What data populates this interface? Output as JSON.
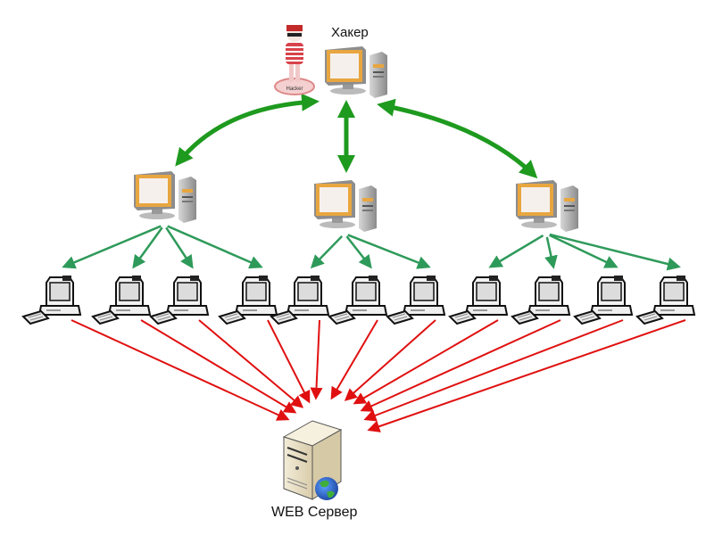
{
  "diagram": {
    "type": "ddos-botnet-scheme",
    "hacker": {
      "label": "Хакер",
      "figure_badge": "Hacker"
    },
    "server": {
      "label": "WEB Сервер"
    },
    "controllers": [
      {
        "id": "controller-1"
      },
      {
        "id": "controller-2"
      },
      {
        "id": "controller-3"
      }
    ],
    "clients": [
      {
        "id": "client-1",
        "controller": 0
      },
      {
        "id": "client-2",
        "controller": 0
      },
      {
        "id": "client-3",
        "controller": 0
      },
      {
        "id": "client-4",
        "controller": 0
      },
      {
        "id": "client-5",
        "controller": 1
      },
      {
        "id": "client-6",
        "controller": 1
      },
      {
        "id": "client-7",
        "controller": 1
      },
      {
        "id": "client-8",
        "controller": 2
      },
      {
        "id": "client-9",
        "controller": 2
      },
      {
        "id": "client-10",
        "controller": 2
      },
      {
        "id": "client-11",
        "controller": 2
      }
    ],
    "edges": {
      "hacker_to_controllers": "bidirectional",
      "controllers_to_clients": "directed",
      "clients_to_server": "directed"
    },
    "colors": {
      "command_link": "#1e9a1e",
      "control_link": "#2e9a5a",
      "attack_link": "#e01010",
      "monitor_frame": "#e8a640",
      "server_body": "#ece3cc",
      "globe": "#2a66c8"
    }
  }
}
